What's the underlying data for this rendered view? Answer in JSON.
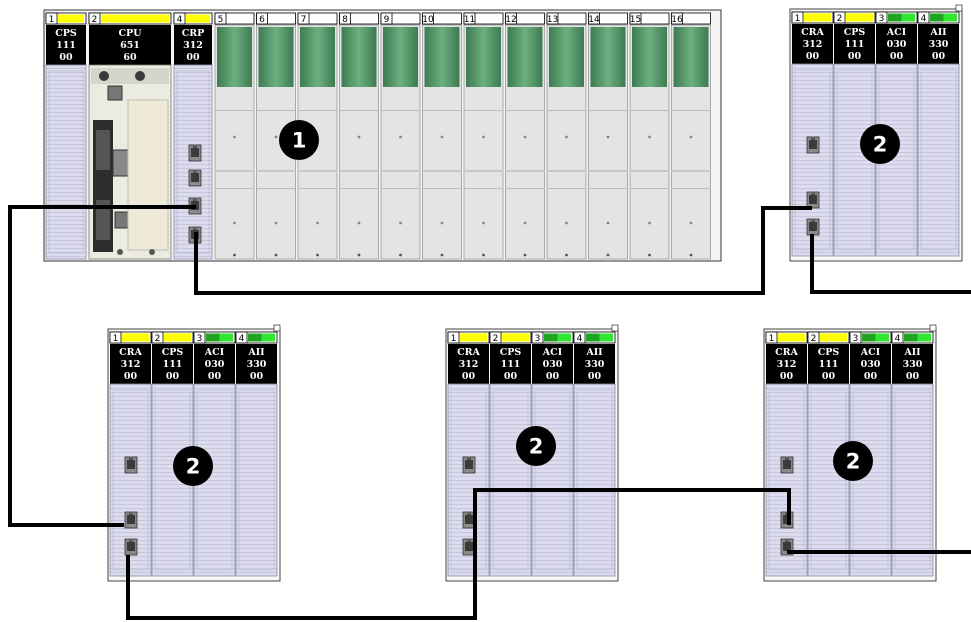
{
  "main_rack": {
    "slot_numbers": [
      "1",
      "2",
      "4",
      "5",
      "6",
      "7",
      "8",
      "9",
      "10",
      "11",
      "12",
      "13",
      "14",
      "15",
      "16"
    ],
    "modules": [
      {
        "name": "CPS",
        "l2": "111",
        "l3": "00"
      },
      {
        "name": "CPU",
        "l2": "651",
        "l3": "60"
      },
      {
        "name": "CRP",
        "l2": "312",
        "l3": "00"
      }
    ],
    "callout": "1"
  },
  "remote_drop": {
    "slot_numbers": [
      "1",
      "2",
      "3",
      "4"
    ],
    "modules": [
      {
        "name": "CRA",
        "l2": "312",
        "l3": "00"
      },
      {
        "name": "CPS",
        "l2": "111",
        "l3": "00"
      },
      {
        "name": "ACI",
        "l2": "030",
        "l3": "00"
      },
      {
        "name": "AII",
        "l2": "330",
        "l3": "00"
      }
    ],
    "callout": "2"
  },
  "colors": {
    "slot_yellow": "#ffff00",
    "slot_green": "#33e633",
    "module_header": "#000000",
    "module_body": "#d8d8ec",
    "rack_slot_green": "#5f9e72",
    "callout_fill": "#000000"
  }
}
